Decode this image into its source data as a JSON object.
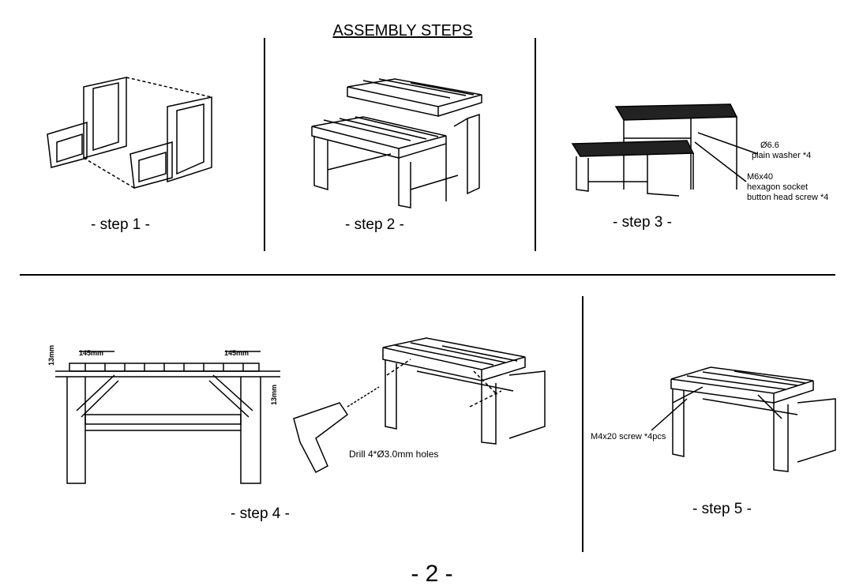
{
  "title": "ASSEMBLY STEPS",
  "steps": {
    "step1": "- step 1 -",
    "step2": "- step 2 -",
    "step3": "- step 3 -",
    "step4": "- step 4 -",
    "step5": "- step 5 -"
  },
  "step3_notes": {
    "washer_size": "Ø6.6",
    "washer_desc": "plain washer *4",
    "screw_size": "M6x40",
    "screw_desc1": "hexagon socket",
    "screw_desc2": "button head screw *4"
  },
  "step4_notes": {
    "dim_left": "145mm",
    "dim_right": "145mm",
    "dim_vert_left": "13mm",
    "dim_vert_right": "13mm",
    "drill": "Drill 4*Ø3.0mm holes"
  },
  "step5_notes": {
    "screw": "M4x20 screw *4pcs"
  },
  "page_number": "- 2 -"
}
